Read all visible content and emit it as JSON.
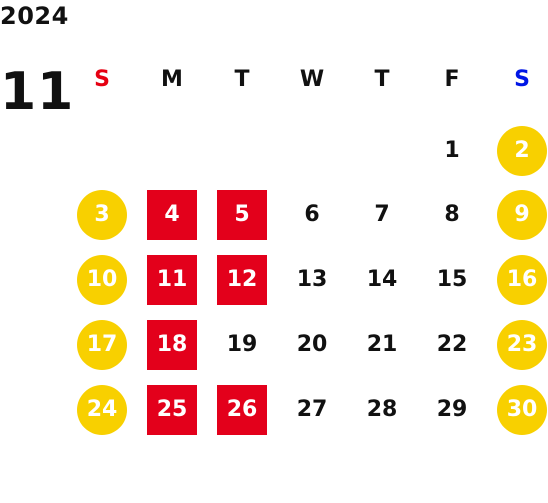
{
  "year": "2024",
  "month": "11",
  "colors": {
    "sunday_header": "#e60012",
    "saturday_header": "#0016e6",
    "weekend_circle": "#f8d000",
    "highlight_square": "#e3001b",
    "default_text": "#111111"
  },
  "weekdays": [
    "S",
    "M",
    "T",
    "W",
    "T",
    "F",
    "S"
  ],
  "days": [
    {
      "label": "1",
      "style": "plain"
    },
    {
      "label": "2",
      "style": "circle"
    },
    {
      "label": "3",
      "style": "circle"
    },
    {
      "label": "4",
      "style": "square"
    },
    {
      "label": "5",
      "style": "square"
    },
    {
      "label": "6",
      "style": "plain"
    },
    {
      "label": "7",
      "style": "plain"
    },
    {
      "label": "8",
      "style": "plain"
    },
    {
      "label": "9",
      "style": "circle"
    },
    {
      "label": "10",
      "style": "circle"
    },
    {
      "label": "11",
      "style": "square"
    },
    {
      "label": "12",
      "style": "square"
    },
    {
      "label": "13",
      "style": "plain"
    },
    {
      "label": "14",
      "style": "plain"
    },
    {
      "label": "15",
      "style": "plain"
    },
    {
      "label": "16",
      "style": "circle"
    },
    {
      "label": "17",
      "style": "circle"
    },
    {
      "label": "18",
      "style": "square"
    },
    {
      "label": "19",
      "style": "plain"
    },
    {
      "label": "20",
      "style": "plain"
    },
    {
      "label": "21",
      "style": "plain"
    },
    {
      "label": "22",
      "style": "plain"
    },
    {
      "label": "23",
      "style": "circle"
    },
    {
      "label": "24",
      "style": "circle"
    },
    {
      "label": "25",
      "style": "square"
    },
    {
      "label": "26",
      "style": "square"
    },
    {
      "label": "27",
      "style": "plain"
    },
    {
      "label": "28",
      "style": "plain"
    },
    {
      "label": "29",
      "style": "plain"
    },
    {
      "label": "30",
      "style": "circle"
    }
  ]
}
